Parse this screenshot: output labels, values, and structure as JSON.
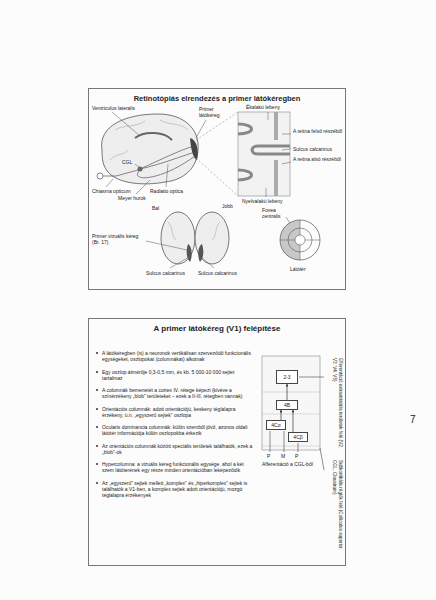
{
  "diagram": {
    "nodes": [
      {
        "text": [
          "Retinotópiás elrendezés a primer látókéregben"
        ]
      },
      {
        "text": [
          "A primer látókéreg (V1) felépítése"
        ]
      },
      {
        "text": [
          "2-3"
        ],
        "in": 1
      },
      {
        "text": [
          "4B"
        ],
        "in": 1
      },
      {
        "text": [
          "4Cα"
        ],
        "in": 1
      },
      {
        "text": [
          "4Cβ"
        ],
        "in": 1
      }
    ],
    "edges": [
      {
        "from": 4,
        "to": 3,
        "arrow": "to"
      },
      {
        "from": 5,
        "to": 3,
        "arrow": "to"
      },
      {
        "from": 3,
        "to": 2,
        "arrow": "to"
      }
    ],
    "labels": [
      "Ventriculus lateralis",
      "Primer látókéreg",
      "Radiatio optica",
      "CGL",
      "Chiasma opticum",
      "Meyer hurok",
      "Ékalakú lebeny",
      "A retina felső részéből",
      "Sulcus calcarinus",
      "A retina alsó részéből",
      "Nyelvalakú lebeny",
      "Bal",
      "Jobb",
      "Primer vizuális kéreg (Br. 17)",
      "Sulcus calcarinus",
      "Sulcus calcarinus",
      "Fovea centralis",
      "Látótér",
      "A látókéregben (is) a neuronok vertikálisan szerveződő funkcionális egységeket, oszlopokat (columnákat) alkotnak",
      "Egy oszlop átmérője 0,3-0,5 mm, és kb. 5 000-10 000 sejtet tartalmaz",
      "A columnák bemenetét a cortex IV. rétege képezi (kivéve a színérzékeny „blob” területeket – ezek a II-III. rétegben vannak)",
      "Orientációs columnák: adott orientációjú, keskeny téglalapra érzékeny, ú.n. „egyszerű sejtek” oszlopa",
      "Ocularis dominancia columnák: külön szemből jövő, azonos oldali látótér információja külön oszlopokba érkezik",
      "Az orientációs columnák között speciális területek találhatók, ezek a „blob”-ok",
      "Hypercolumna: a vizuális kéreg funkcionális egysége, ahol a két szem látóterének egy része minden orientációban leképeződik",
      "Az „egyszerű” sejtek mellett „komplex” és „hiperkomplex” sejtek is találhatók a V1-ben, a komplex sejtek adott orientációjú, mozgó téglalapra érzékenyek",
      "Efferentáció extrastriatális területek felé (V2, V3, V4, V5)",
      "P",
      "M",
      "P",
      "Afferentáció a CGL-ből",
      "Subkortikális régiók felé (Colliculus superior, CGL, Claustrum)",
      "7"
    ]
  }
}
